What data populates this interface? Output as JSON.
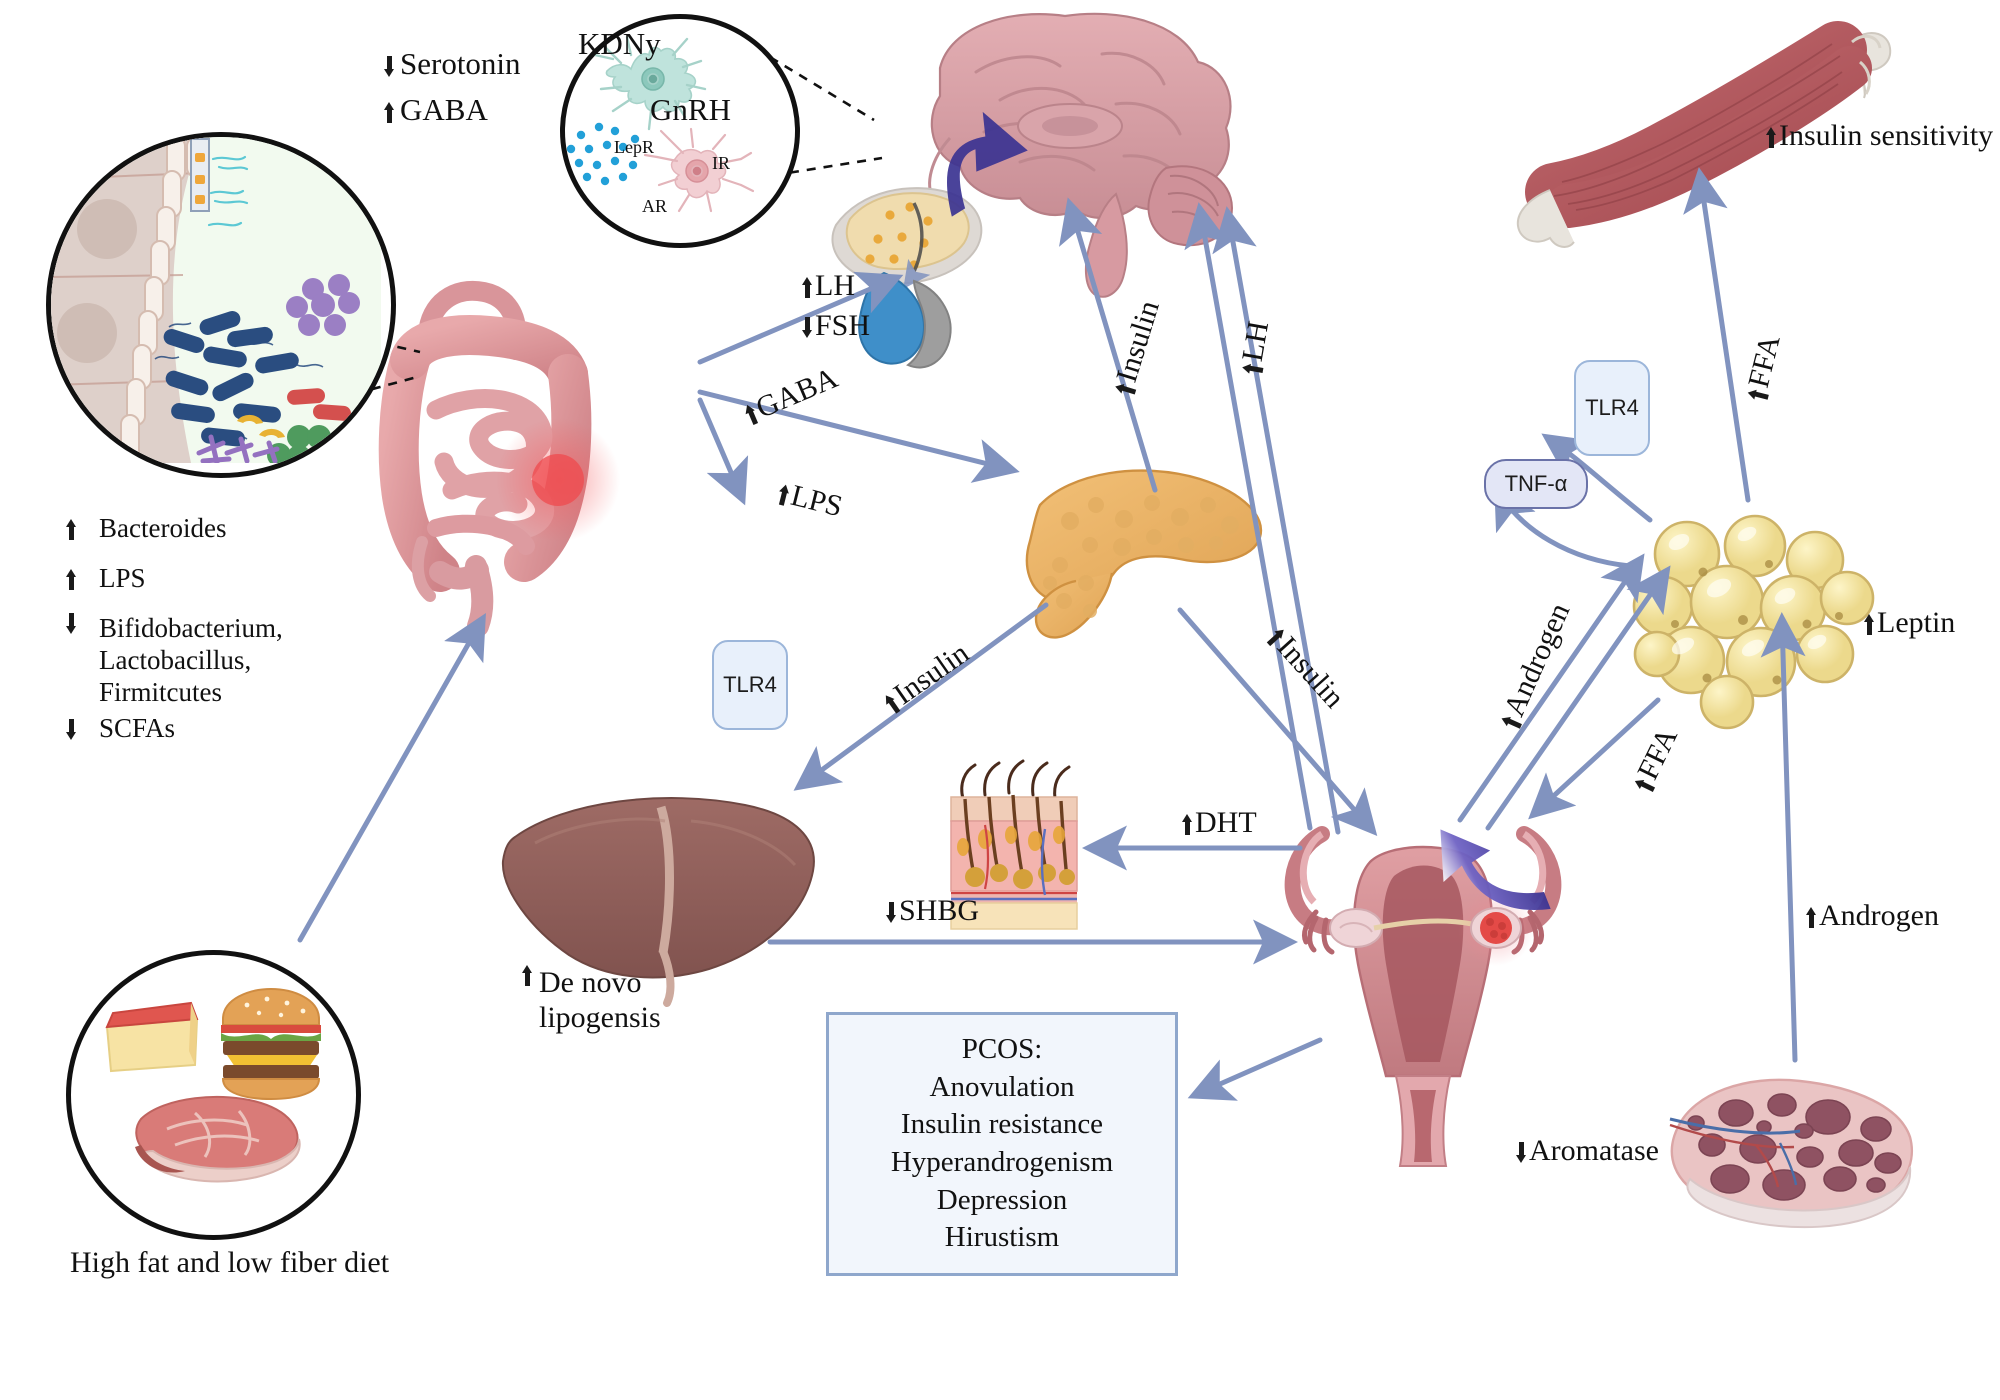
{
  "figure": {
    "title": "Gut microbiome dysbiosis and PCOS pathophysiology schematic",
    "accent_arrow_color": "#8193bf",
    "badge_fill": "#e8f0fb",
    "badge_border": "#9cb6da"
  },
  "brain_inset": {
    "kdny_label": "KDNy",
    "gnrh_label": "GnRH",
    "lepr_label": "LepR",
    "ir_label": "IR",
    "ar_label": "AR"
  },
  "neuro_labels": {
    "serotonin": "Serotonin",
    "serotonin_dir": "down",
    "gaba": "GABA",
    "gaba_dir": "up"
  },
  "gut_legend": [
    {
      "dir": "up",
      "text": "Bacteroides",
      "italic": true
    },
    {
      "dir": "up",
      "text": "LPS",
      "italic": false
    },
    {
      "dir": "down",
      "text": "Bifidobacterium,",
      "text2": "Lactobacillus,",
      "text3": "Firmitcutes",
      "italic": true
    },
    {
      "dir": "down",
      "text": "SCFAs",
      "italic": false
    }
  ],
  "gut_legend_flat": {
    "l1": "Bacteroides",
    "l2": "LPS",
    "l3a": "Bifidobacterium,",
    "l3b": "Lactobacillus,",
    "l3c": "Firmitcutes",
    "l4": "SCFAs"
  },
  "diet": {
    "caption": "High fat and low fiber diet",
    "items": [
      "cheese",
      "burger",
      "steak"
    ]
  },
  "pituitary_labels": {
    "lh": "LH",
    "lh_dir": "up",
    "fsh": "FSH",
    "fsh_dir": "down"
  },
  "arrow_labels": {
    "gaba": "GABA",
    "lps": "LPS",
    "insulin_pancreas_brain": "Insulin",
    "lh_ovary_brain": "LH",
    "insulin_liver": "Insulin",
    "insulin_uterus": "Insulin",
    "androgen_adipose": "Androgen",
    "ffa_adipose_uterus": "FFA",
    "ffa_muscle": "FFA",
    "dht": "DHT",
    "shbg": "SHBG",
    "androgen_ovary": "Androgen"
  },
  "arrow_label_dirs": {
    "gaba": "up",
    "lps": "up",
    "insulin_pancreas_brain": "up",
    "lh_ovary_brain": "up",
    "insulin_liver": "up",
    "insulin_uterus": "up",
    "androgen_adipose": "up",
    "ffa_adipose_uterus": "up",
    "ffa_muscle": "up",
    "dht": "up",
    "shbg": "down",
    "androgen_ovary": "up"
  },
  "badges": {
    "tlr4_gut": "TLR4",
    "tlr4_adipose": "TLR4",
    "tnf_alpha": "TNF-α"
  },
  "organ_labels": {
    "insulin_sensitivity": "Insulin sensitivity",
    "insulin_sensitivity_dir": "up",
    "leptin": "Leptin",
    "leptin_dir": "up",
    "de_novo_1": "De novo",
    "de_novo_2": "lipogensis",
    "de_novo_dir": "up",
    "aromatase": "Aromatase",
    "aromatase_dir": "down"
  },
  "pcos_box": {
    "heading": "PCOS:",
    "items": [
      "Anovulation",
      "Insulin resistance",
      "Hyperandrogenism",
      "Depression",
      "Hirustism"
    ]
  },
  "organs": {
    "brain": "brain-illustration",
    "pituitary": "pituitary-gland-illustration",
    "intestine": "large-intestine-illustration",
    "pancreas": "pancreas-illustration",
    "liver": "liver-illustration",
    "skin": "skin-hair-follicle-illustration",
    "uterus": "uterus-ovaries-illustration",
    "polycystic_ovary": "polycystic-ovary-illustration",
    "adipose": "adipose-tissue-illustration",
    "muscle": "skeletal-muscle-illustration"
  }
}
